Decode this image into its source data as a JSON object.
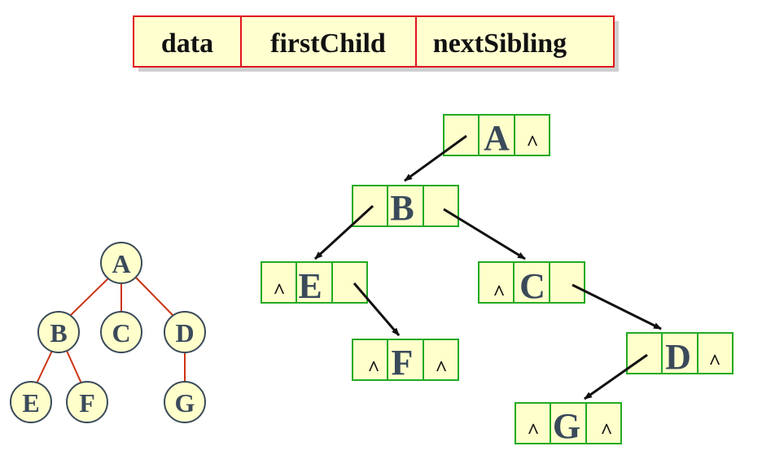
{
  "header": {
    "fields": [
      "data",
      "firstChild",
      "nextSibling"
    ],
    "text_color": "#111111",
    "border_color": "#e0141e",
    "fill_color": "#ffffd0"
  },
  "tree": {
    "nodes": [
      {
        "id": "A",
        "label": "A"
      },
      {
        "id": "B",
        "label": "B"
      },
      {
        "id": "C",
        "label": "C"
      },
      {
        "id": "D",
        "label": "D"
      },
      {
        "id": "E",
        "label": "E"
      },
      {
        "id": "F",
        "label": "F"
      },
      {
        "id": "G",
        "label": "G"
      }
    ],
    "edges": [
      [
        "A",
        "B"
      ],
      [
        "A",
        "C"
      ],
      [
        "A",
        "D"
      ],
      [
        "B",
        "E"
      ],
      [
        "B",
        "F"
      ],
      [
        "D",
        "G"
      ]
    ],
    "node_fill": "#ffffcc",
    "node_stroke": "#3a4a5a",
    "label_color": "#3a4a5a",
    "edge_color": "#cc3311"
  },
  "linked": {
    "null_symbol": "^",
    "nodes": [
      {
        "id": "A",
        "first": "ptr",
        "data": "A",
        "next": "^"
      },
      {
        "id": "B",
        "first": "ptr",
        "data": "B",
        "next": "ptr"
      },
      {
        "id": "E",
        "first": "^",
        "data": "E",
        "next": "ptr"
      },
      {
        "id": "C",
        "first": "^",
        "data": "C",
        "next": "ptr"
      },
      {
        "id": "F",
        "first": "^",
        "data": "F",
        "next": "^"
      },
      {
        "id": "D",
        "first": "ptr",
        "data": "D",
        "next": "^"
      },
      {
        "id": "G",
        "first": "^",
        "data": "G",
        "next": "^"
      }
    ],
    "arrows": [
      {
        "from": "A",
        "field": "first",
        "to": "B"
      },
      {
        "from": "B",
        "field": "first",
        "to": "E"
      },
      {
        "from": "B",
        "field": "next",
        "to": "C"
      },
      {
        "from": "E",
        "field": "next",
        "to": "F"
      },
      {
        "from": "C",
        "field": "next",
        "to": "D"
      },
      {
        "from": "D",
        "field": "first",
        "to": "G"
      }
    ],
    "box_fill": "#ffffcc",
    "box_stroke": "#22aa22",
    "label_color": "#3a4a5a",
    "null_color": "#111111",
    "arrow_color": "#111111"
  }
}
